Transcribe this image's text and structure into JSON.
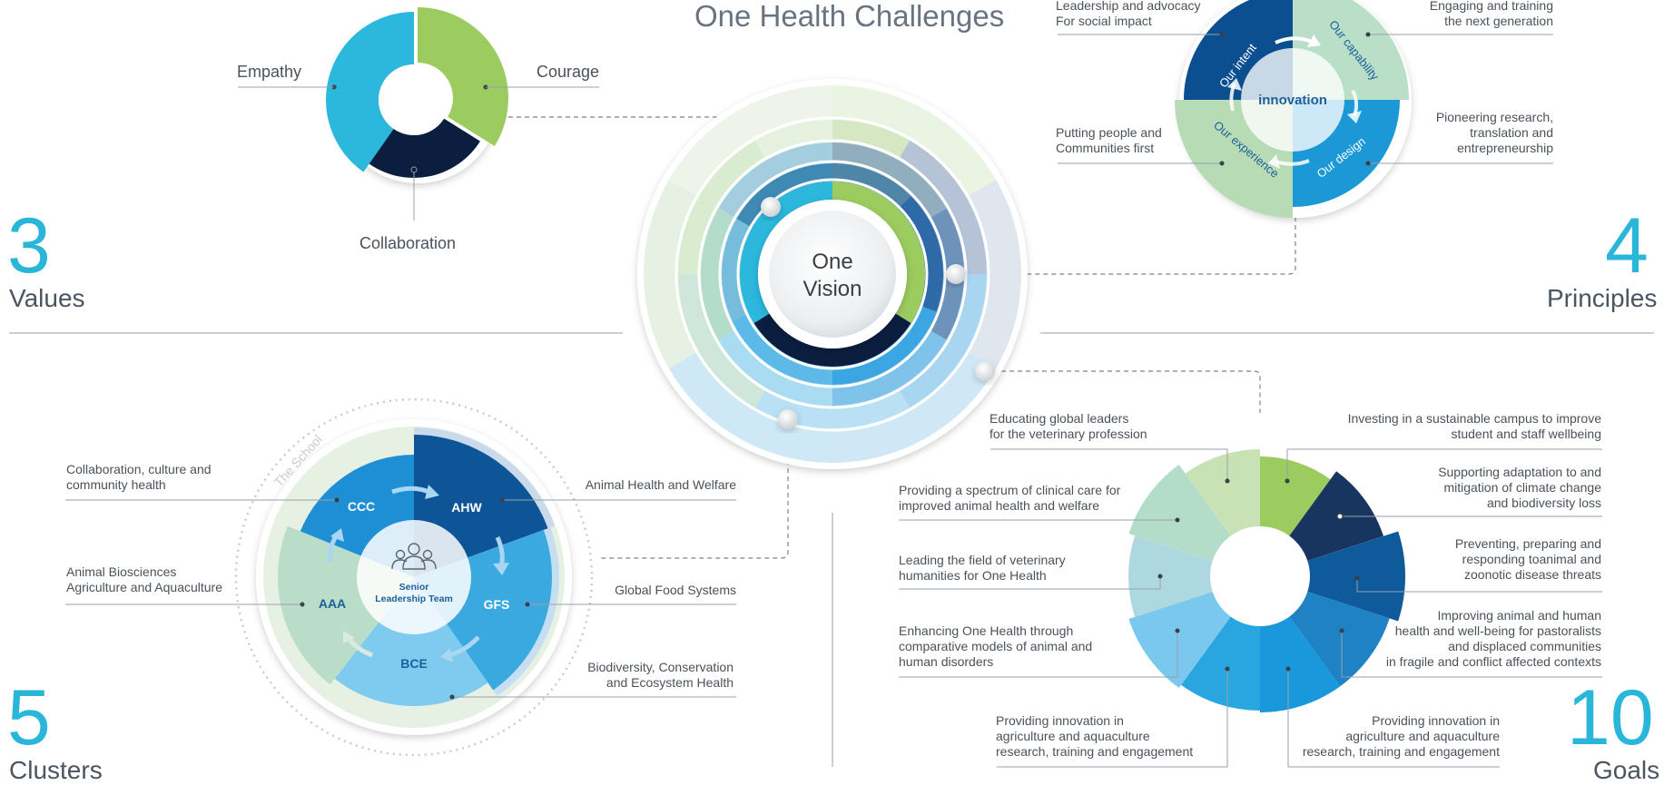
{
  "header": {
    "title": "One Health Challenges"
  },
  "vision": {
    "line1": "One",
    "line2": "Vision"
  },
  "values": {
    "number": "3",
    "caption": "Values",
    "items": [
      {
        "label": "Empathy",
        "color": "#2bb8dc"
      },
      {
        "label": "Courage",
        "color": "#9ccb5f"
      },
      {
        "label": "Collaboration",
        "color": "#0b1e40"
      }
    ]
  },
  "principles": {
    "number": "4",
    "caption": "Principles",
    "center": "innovation",
    "quadrants": [
      {
        "label": "Our intent",
        "color": "#0b4f91"
      },
      {
        "label": "Our capability",
        "color": "#b9dfc9"
      },
      {
        "label": "Our design",
        "color": "#1c98d6"
      },
      {
        "label": "Our experience",
        "color": "#b7dcb5"
      }
    ],
    "labels": [
      {
        "line1": "Leadership and advocacy",
        "line2": "For social impact"
      },
      {
        "line1": "Engaging and training",
        "line2": "the next generation"
      },
      {
        "line1": "Putting people and",
        "line2": "Communities first"
      },
      {
        "line1": "Pioneering research,",
        "line2": "translation and",
        "line3": "entrepreneurship"
      }
    ]
  },
  "clusters": {
    "number": "5",
    "caption": "Clusters",
    "ring_label": "The School",
    "center": {
      "line1": "Senior",
      "line2": "Leadership Team"
    },
    "segments": [
      {
        "code": "AHW",
        "color": "#0d5597"
      },
      {
        "code": "GFS",
        "color": "#3aa9e0"
      },
      {
        "code": "BCE",
        "color": "#7fcbef"
      },
      {
        "code": "AAA",
        "color": "#b9ddc9"
      },
      {
        "code": "CCC",
        "color": "#1e8fd5"
      }
    ],
    "labels": [
      {
        "line1": "Collaboration, culture and",
        "line2": "community health"
      },
      {
        "line1": "Animal Biosciences",
        "line2": "Agriculture and Aquaculture"
      },
      {
        "line1": "Animal Health and Welfare"
      },
      {
        "line1": "Global Food Systems"
      },
      {
        "line1": "Biodiversity, Conservation",
        "line2": "and Ecosystem Health"
      }
    ]
  },
  "goals": {
    "number": "10",
    "caption": "Goals",
    "segment_colors": [
      "#9ccb5f",
      "#17355f",
      "#0f5a9a",
      "#1e82c5",
      "#1a98dc",
      "#29a6e0",
      "#7ac8ee",
      "#aed8e0",
      "#b3ddc8",
      "#c8e2b5"
    ],
    "left_labels": [
      {
        "line1": "Educating global leaders",
        "line2": "for the veterinary profession"
      },
      {
        "line1": "Providing a spectrum of clinical care for",
        "line2": "improved animal health and welfare"
      },
      {
        "line1": "Leading the field of veterinary",
        "line2": "humanities for One Health"
      },
      {
        "line1": "Enhancing One Health through",
        "line2": "comparative models of animal and",
        "line3": "human disorders"
      },
      {
        "line1": "Providing innovation in",
        "line2": "agriculture and aquaculture",
        "line3": "research, training and engagement"
      }
    ],
    "right_labels": [
      {
        "line1": "Investing in a sustainable campus to improve",
        "line2": "student and staff wellbeing"
      },
      {
        "line1": "Supporting adaptation to and",
        "line2": "mitigation of climate change",
        "line3": "and biodiversity loss"
      },
      {
        "line1": "Preventing, preparing and",
        "line2": "responding toanimal and",
        "line3": "zoonotic disease threats"
      },
      {
        "line1": "Improving animal and human",
        "line2": "health and well-being for pastoralists",
        "line3": "and displaced communities",
        "line4": "in fragile and conflict affected contexts"
      },
      {
        "line1": "Providing innovation in",
        "line2": "agriculture and aquaculture",
        "line3": "research, training and engagement"
      }
    ]
  }
}
